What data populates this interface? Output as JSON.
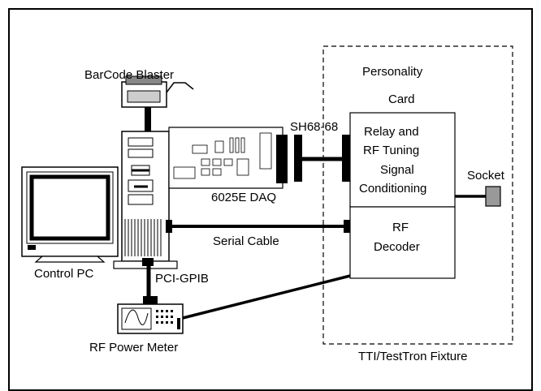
{
  "labels": {
    "barcode_blaster": "BarCode Blaster",
    "personality_card_1": "Personality",
    "personality_card_2": "Card",
    "connector": "SH68-68",
    "relay_1": "Relay and",
    "relay_2": "RF Tuning",
    "relay_3": "Signal",
    "relay_4": "Conditioning",
    "socket": "Socket",
    "daq": "6025E DAQ",
    "rf_decoder_1": "RF",
    "rf_decoder_2": "Decoder",
    "serial_cable": "Serial Cable",
    "control_pc": "Control PC",
    "pci_gpib": "PCI-GPIB",
    "rf_power_meter": "RF Power Meter",
    "fixture": "TTI/TestTron Fixture"
  }
}
